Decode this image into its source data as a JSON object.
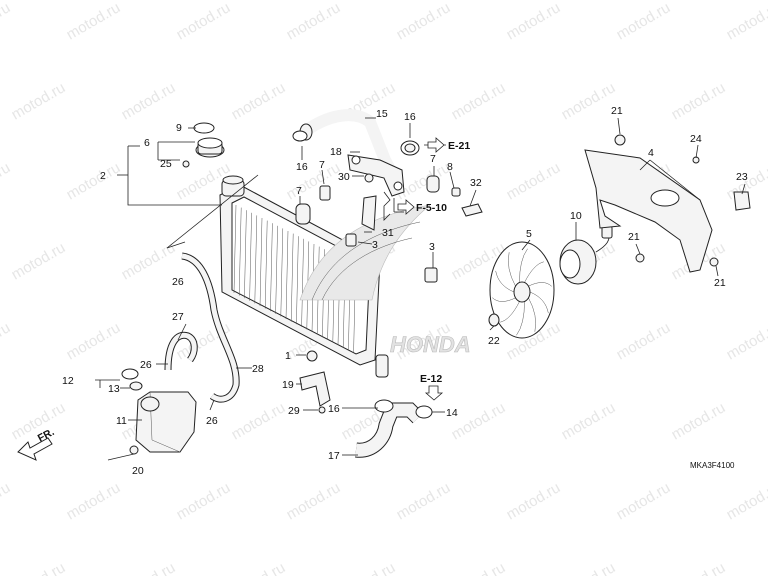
{
  "watermark": "motod.ru",
  "diagram_code": "MKA3F4100",
  "direction_label": "FR.",
  "brand_text": "HONDA",
  "callouts": [
    {
      "id": "c1",
      "text": "1"
    },
    {
      "id": "c2",
      "text": "2"
    },
    {
      "id": "c3",
      "text": "3"
    },
    {
      "id": "c3b",
      "text": "3"
    },
    {
      "id": "c4",
      "text": "4"
    },
    {
      "id": "c5",
      "text": "5"
    },
    {
      "id": "c6",
      "text": "6"
    },
    {
      "id": "c7a",
      "text": "7"
    },
    {
      "id": "c7b",
      "text": "7"
    },
    {
      "id": "c7c",
      "text": "7"
    },
    {
      "id": "c8",
      "text": "8"
    },
    {
      "id": "c9",
      "text": "9"
    },
    {
      "id": "c10",
      "text": "10"
    },
    {
      "id": "c11",
      "text": "11"
    },
    {
      "id": "c12",
      "text": "12"
    },
    {
      "id": "c13",
      "text": "13"
    },
    {
      "id": "c14",
      "text": "14"
    },
    {
      "id": "c15",
      "text": "15"
    },
    {
      "id": "c16a",
      "text": "16"
    },
    {
      "id": "c16b",
      "text": "16"
    },
    {
      "id": "c16c",
      "text": "16"
    },
    {
      "id": "c17",
      "text": "17"
    },
    {
      "id": "c18",
      "text": "18"
    },
    {
      "id": "c19",
      "text": "19"
    },
    {
      "id": "c20",
      "text": "20"
    },
    {
      "id": "c21a",
      "text": "21"
    },
    {
      "id": "c21b",
      "text": "21"
    },
    {
      "id": "c21c",
      "text": "21"
    },
    {
      "id": "c22",
      "text": "22"
    },
    {
      "id": "c23",
      "text": "23"
    },
    {
      "id": "c24",
      "text": "24"
    },
    {
      "id": "c25",
      "text": "25"
    },
    {
      "id": "c26a",
      "text": "26"
    },
    {
      "id": "c26b",
      "text": "26"
    },
    {
      "id": "c26c",
      "text": "26"
    },
    {
      "id": "c27",
      "text": "27"
    },
    {
      "id": "c28",
      "text": "28"
    },
    {
      "id": "c29",
      "text": "29"
    },
    {
      "id": "c30",
      "text": "30"
    },
    {
      "id": "c31",
      "text": "31"
    },
    {
      "id": "c32",
      "text": "32"
    }
  ],
  "references": [
    {
      "id": "r1",
      "text": "E-21"
    },
    {
      "id": "r2",
      "text": "F-5-10"
    },
    {
      "id": "r3",
      "text": "E-12"
    }
  ]
}
